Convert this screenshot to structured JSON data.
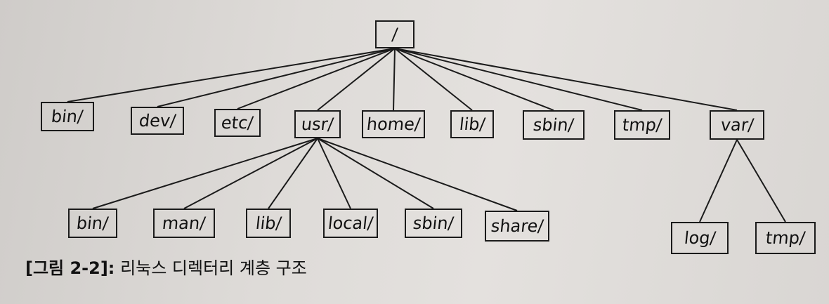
{
  "diagram": {
    "root": {
      "id": "root",
      "label": "/"
    },
    "level1": [
      {
        "id": "bin",
        "label": "bin/"
      },
      {
        "id": "dev",
        "label": "dev/"
      },
      {
        "id": "etc",
        "label": "etc/"
      },
      {
        "id": "usr",
        "label": "usr/"
      },
      {
        "id": "home",
        "label": "home/"
      },
      {
        "id": "lib",
        "label": "lib/"
      },
      {
        "id": "sbin",
        "label": "sbin/"
      },
      {
        "id": "tmp",
        "label": "tmp/"
      },
      {
        "id": "var",
        "label": "var/"
      }
    ],
    "usr_children": [
      {
        "id": "usr-bin",
        "label": "bin/"
      },
      {
        "id": "usr-man",
        "label": "man/"
      },
      {
        "id": "usr-lib",
        "label": "lib/"
      },
      {
        "id": "usr-local",
        "label": "local/"
      },
      {
        "id": "usr-sbin",
        "label": "sbin/"
      },
      {
        "id": "usr-share",
        "label": "share/"
      }
    ],
    "var_children": [
      {
        "id": "var-log",
        "label": "log/"
      },
      {
        "id": "var-tmp",
        "label": "tmp/"
      }
    ],
    "edges": [
      [
        "root",
        "bin"
      ],
      [
        "root",
        "dev"
      ],
      [
        "root",
        "etc"
      ],
      [
        "root",
        "usr"
      ],
      [
        "root",
        "home"
      ],
      [
        "root",
        "lib"
      ],
      [
        "root",
        "sbin"
      ],
      [
        "root",
        "tmp"
      ],
      [
        "root",
        "var"
      ],
      [
        "usr",
        "usr-bin"
      ],
      [
        "usr",
        "usr-man"
      ],
      [
        "usr",
        "usr-lib"
      ],
      [
        "usr",
        "usr-local"
      ],
      [
        "usr",
        "usr-sbin"
      ],
      [
        "usr",
        "usr-share"
      ],
      [
        "var",
        "var-log"
      ],
      [
        "var",
        "var-tmp"
      ]
    ]
  },
  "caption": {
    "tag": "[그림 2-2]:",
    "text": "리눅스 디렉터리 계층 구조"
  },
  "colors": {
    "line": "#1b1b1b",
    "text": "#111111"
  }
}
